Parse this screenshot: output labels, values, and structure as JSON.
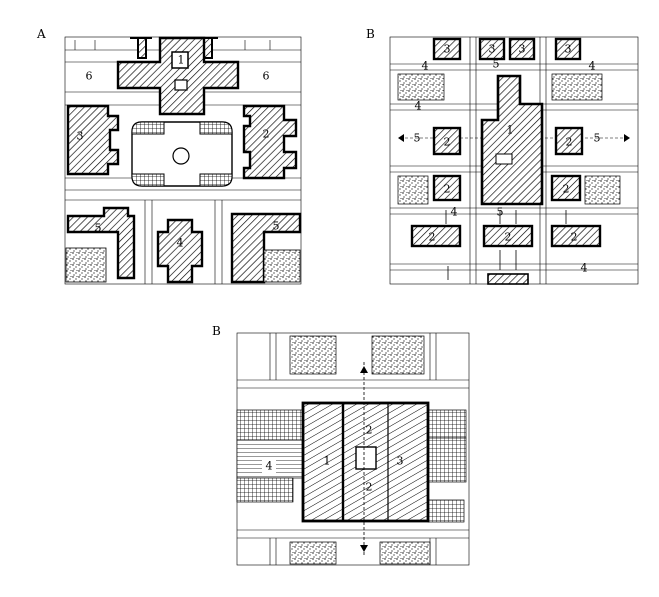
{
  "panels": [
    {
      "label": "A",
      "numbers": [
        "1",
        "2",
        "3",
        "4",
        "5",
        "5",
        "6",
        "6"
      ]
    },
    {
      "label": "B",
      "numbers": [
        "1",
        "2",
        "2",
        "2",
        "2",
        "2",
        "2",
        "2",
        "3",
        "3",
        "3",
        "3",
        "4",
        "4",
        "4",
        "4",
        "4",
        "5",
        "5",
        "5",
        "5"
      ]
    },
    {
      "label": "B",
      "numbers": [
        "1",
        "2",
        "2",
        "3",
        "4"
      ]
    }
  ]
}
